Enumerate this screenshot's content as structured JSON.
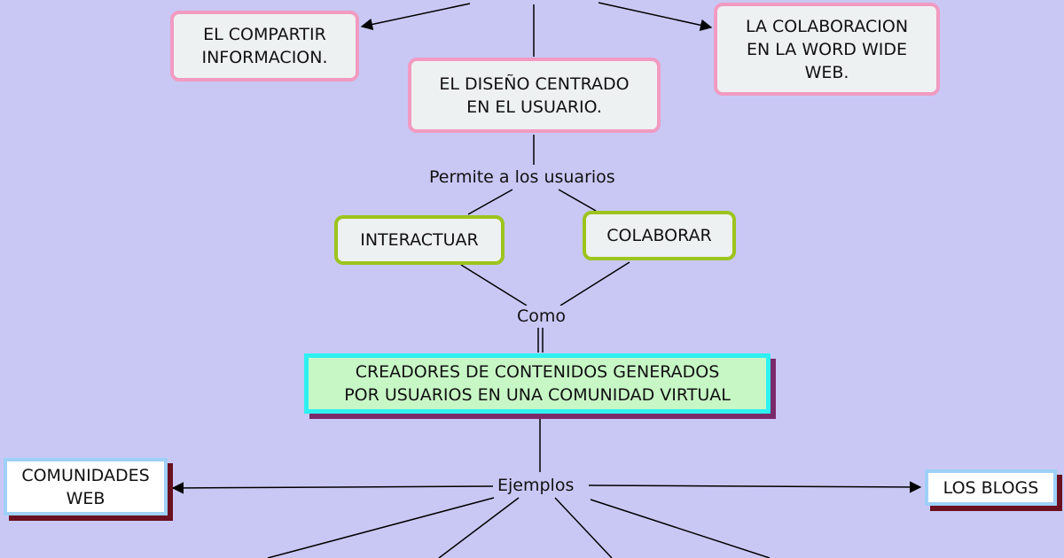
{
  "nodes": {
    "compartir": "EL COMPARTIR\nINFORMACION.",
    "colaboracion": "LA COLABORACION\nEN LA WORD WIDE\nWEB.",
    "diseno": "EL DISEÑO CENTRADO\nEN EL USUARIO.",
    "interactuar": "INTERACTUAR",
    "colaborar": "COLABORAR",
    "creadores": "CREADORES DE CONTENIDOS GENERADOS\nPOR USUARIOS EN UNA COMUNIDAD VIRTUAL",
    "comunidades": "COMUNIDADES\nWEB",
    "blogs": "LOS BLOGS"
  },
  "link_labels": {
    "permite": "Permite a los usuarios",
    "como": "Como",
    "ejemplos": "Ejemplos"
  },
  "colors": {
    "background": "#c9c8f5",
    "pink_border": "#f19bc1",
    "green_border": "#9cc41d",
    "cyan_border": "#2ef0f0",
    "blue_border": "#9fd0f8"
  }
}
